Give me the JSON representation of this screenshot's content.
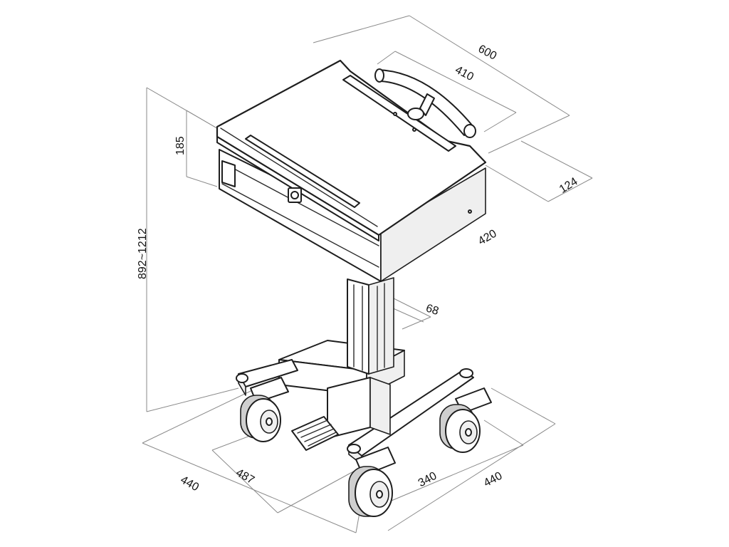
{
  "dimensions": {
    "depth_total": "600",
    "handle_width": "410",
    "body_height": "124",
    "tray_height": "185",
    "overall_height": "892~1212",
    "tray_width": "420",
    "column": "68",
    "base_left_outer": "440",
    "base_left_inner": "487",
    "base_right_inner": "340",
    "base_right_outer": "440"
  }
}
